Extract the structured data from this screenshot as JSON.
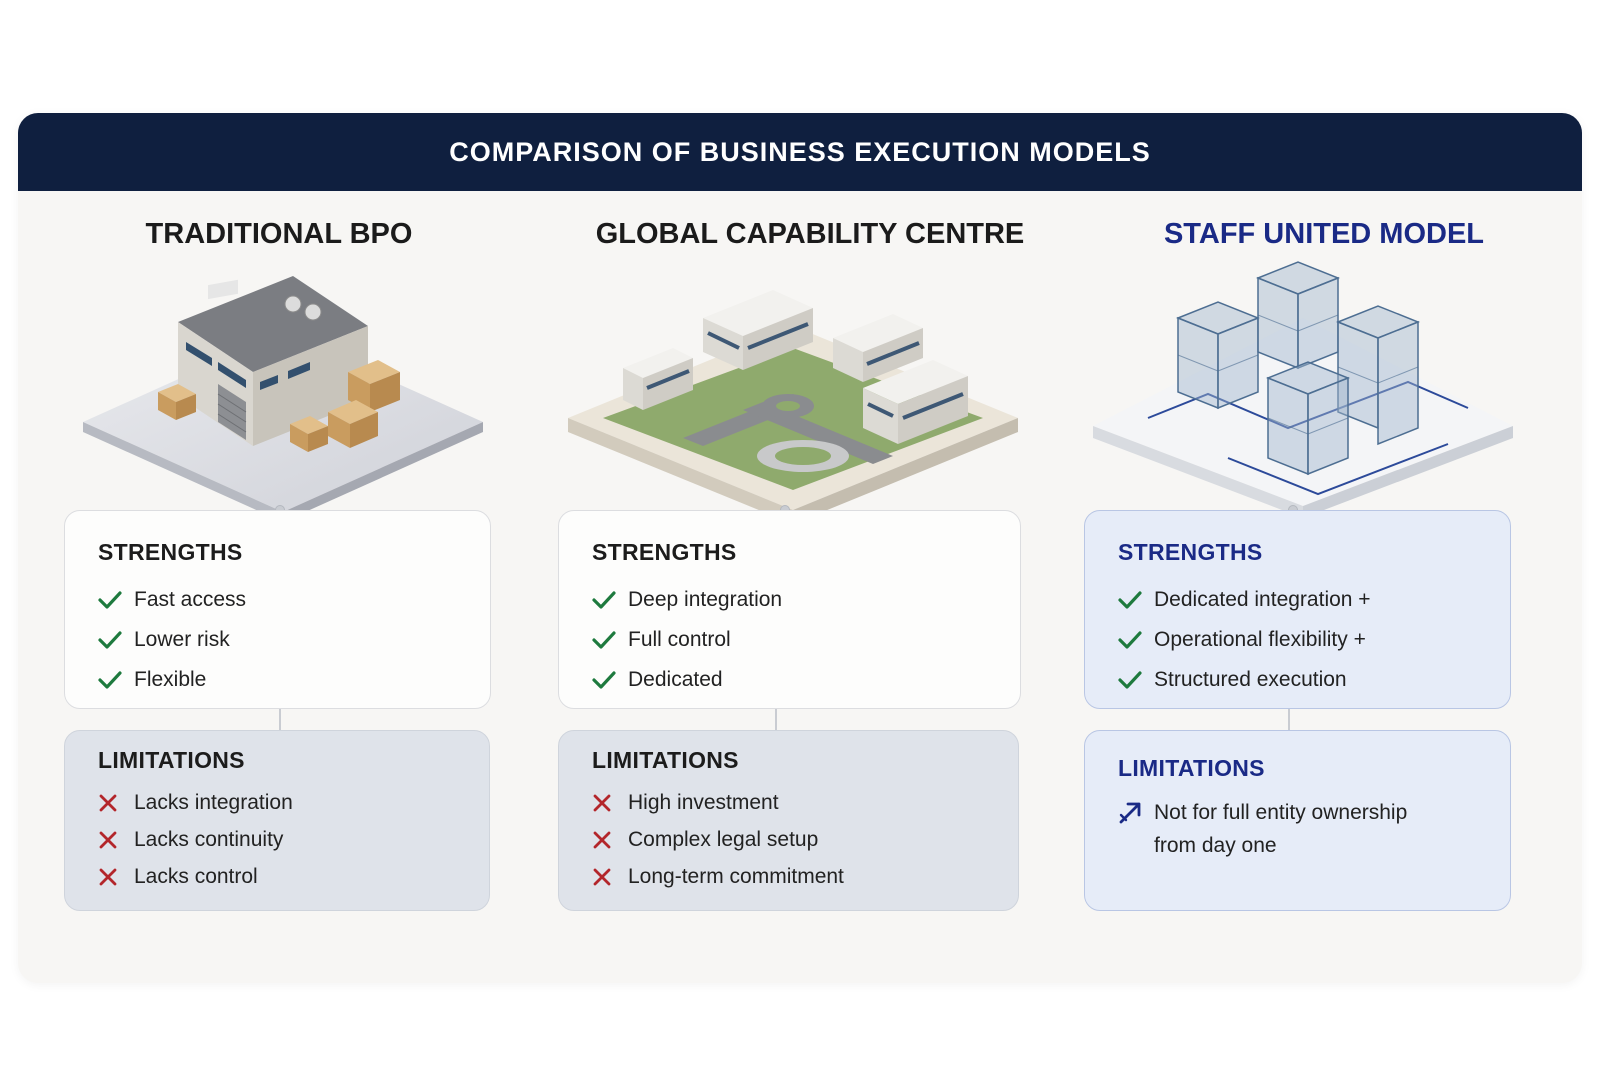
{
  "title": "COMPARISON OF BUSINESS EXECUTION MODELS",
  "colors": {
    "banner": "#0f1f3f",
    "accent_blue": "#1a2a86",
    "check_green": "#1e7a3e",
    "cross_red": "#b3262b"
  },
  "columns": [
    {
      "name": "TRADITIONAL BPO",
      "illustration": "warehouse-building-icon",
      "strengths": {
        "heading": "STRENGTHS",
        "items": [
          "Fast access",
          "Lower risk",
          "Flexible"
        ]
      },
      "limitations": {
        "heading": "LIMITATIONS",
        "items": [
          "Lacks integration",
          "Lacks continuity",
          "Lacks control"
        ]
      }
    },
    {
      "name": "GLOBAL CAPABILITY CENTRE",
      "illustration": "campus-buildings-icon",
      "strengths": {
        "heading": "STRENGTHS",
        "items": [
          "Deep integration",
          "Full control",
          "Dedicated"
        ]
      },
      "limitations": {
        "heading": "LIMITATIONS",
        "items": [
          "High investment",
          "Complex legal setup",
          "Long-term commitment"
        ]
      }
    },
    {
      "name": "STAFF UNITED MODEL",
      "illustration": "glass-modular-structure-icon",
      "strengths": {
        "heading": "STRENGTHS",
        "items": [
          "Dedicated integration +",
          "Operational flexibility +",
          "Structured execution"
        ]
      },
      "limitations": {
        "heading": "LIMITATIONS",
        "items": [
          "Not for full entity ownership",
          "from day one"
        ]
      }
    }
  ]
}
